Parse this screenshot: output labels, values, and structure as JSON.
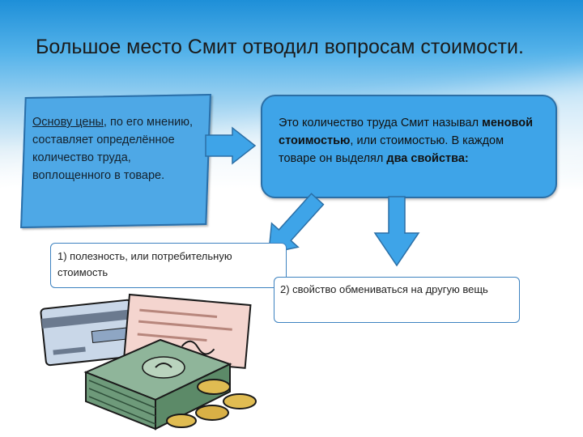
{
  "slide": {
    "title": "Большое место Смит отводил вопросам стоимости.",
    "left_box": {
      "underlined": "Основу цены",
      "rest": ", по его мнению, составляет определённое количество труда, воплощенного в товаре."
    },
    "right_box": {
      "part1": "Это количество труда Смит называл ",
      "bold1": "меновой стоимостью",
      "part2": ", или стоимостью. В каждом товаре он выделял ",
      "bold2": "два свойства:"
    },
    "property1": "1) полезность, или потребительную стоимость",
    "property2": "2) свойство обмениваться на другую вещь"
  },
  "colors": {
    "sky_top": "#1e8fd8",
    "box_fill": "#4ea8e6",
    "box_border": "#2a6fa9",
    "arrow_fill": "#3ea4e8"
  },
  "icons": [
    "money-clipart"
  ]
}
